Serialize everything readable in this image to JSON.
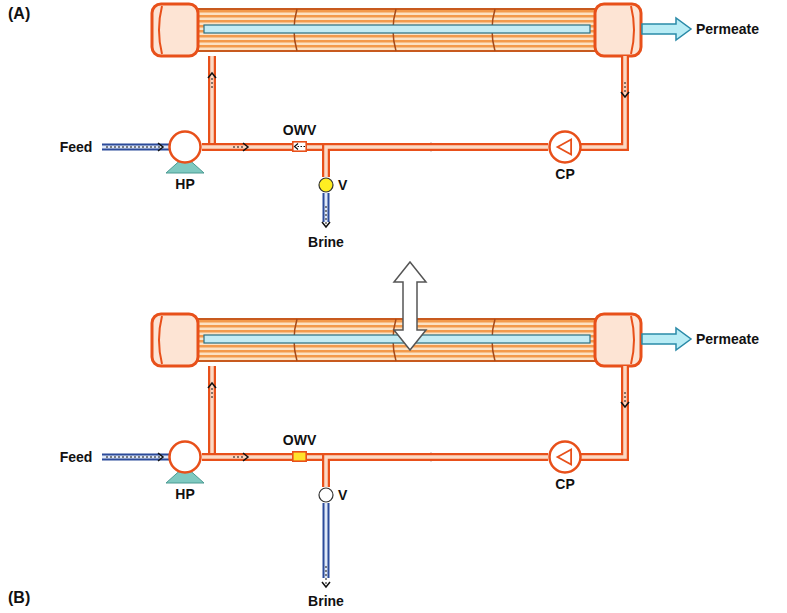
{
  "diagram": {
    "nodes": [
      {
        "text": [
          "HP"
        ]
      },
      {
        "text": [
          "OWV"
        ]
      },
      {
        "text": [
          "V"
        ]
      },
      {
        "text": [
          "CP"
        ]
      },
      {
        "text": [
          "HP"
        ]
      },
      {
        "text": [
          "OWV"
        ]
      },
      {
        "text": [
          "V"
        ]
      },
      {
        "text": [
          "CP"
        ]
      }
    ],
    "edges": [
      {
        "from": 0,
        "to": 1,
        "arrow": "to"
      },
      {
        "from": 3,
        "to": 1,
        "arrow": "to"
      },
      {
        "from": 3,
        "to": 2,
        "arrow": "none"
      },
      {
        "from": 4,
        "to": 5,
        "arrow": "to"
      },
      {
        "from": 7,
        "to": 5,
        "arrow": "to"
      },
      {
        "from": 7,
        "to": 6,
        "arrow": "none"
      }
    ],
    "labels": [
      "(A)",
      "Permeate",
      "Feed",
      "Brine",
      "(B)",
      "Permeate",
      "Feed",
      "Brine"
    ]
  }
}
